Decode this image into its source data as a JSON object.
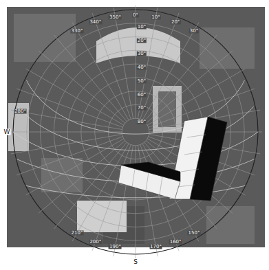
{
  "diagram": {
    "labels": [
      "330°",
      "340°",
      "350°",
      "0°",
      "10°",
      "20°",
      "30°",
      "W",
      "280°",
      "210°",
      "200°",
      "190°",
      "S",
      "170°",
      "160°",
      "150°",
      "80°",
      "70°",
      "60°",
      "50°",
      "40°",
      "30°",
      "20°",
      "10°"
    ]
  }
}
